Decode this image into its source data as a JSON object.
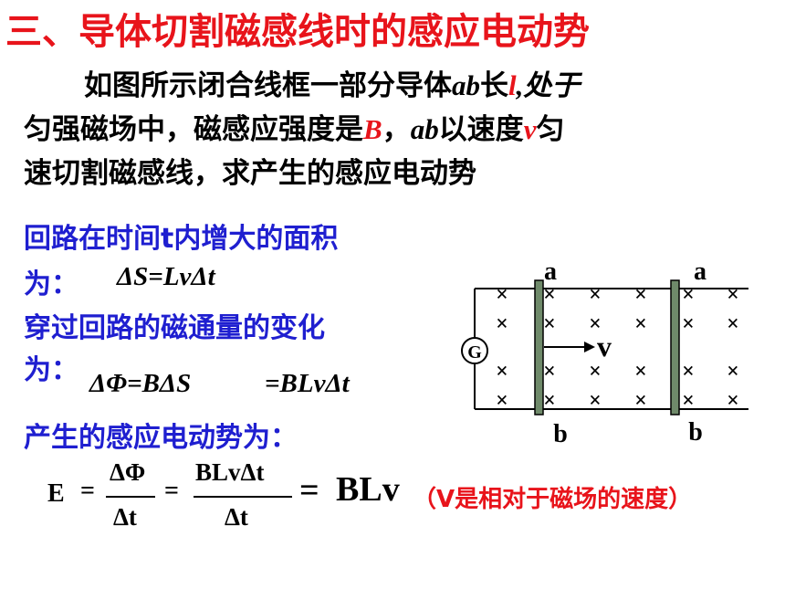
{
  "title": "三、导体切割磁感线时的感应电动势",
  "problem": {
    "line1_pre": "如图所示闭合线框一部分导体",
    "ab1": "ab",
    "line1_mid": "长",
    "l": "l",
    "line1_post": ",处于",
    "line2_pre": "匀强磁场中，磁感应强度是",
    "B": "B",
    "line2_mid": "，",
    "ab2": "ab",
    "line2_mid2": "以速度",
    "v": "v",
    "line2_post": "匀",
    "line3": "速切割磁感线，求产生的感应电动势"
  },
  "derivation": {
    "area_line1": "回路在时间t内增大的面积",
    "area_line2": "为：",
    "area_eq": "ΔS=LvΔt",
    "flux_line1": "穿过回路的磁通量的变化",
    "flux_line2": "为：",
    "flux_eq1": "ΔΦ=BΔS",
    "flux_eq2": "=BLvΔt",
    "emf_label": "产生的感应电动势为："
  },
  "formula": {
    "E": "E",
    "eq1": "=",
    "num1": "ΔΦ",
    "den1": "Δt",
    "eq2": "=",
    "num2": "BLvΔt",
    "den2": "Δt",
    "eq3": "=",
    "result": "BLv",
    "note": "（V是相对于磁场的速度）"
  },
  "diagram": {
    "label_a1": "a",
    "label_a2": "a",
    "label_b1": "b",
    "label_b2": "b",
    "galvanometer": "G",
    "velocity": "v",
    "field_symbol": "×",
    "rod_color": "#6f8a6a"
  }
}
